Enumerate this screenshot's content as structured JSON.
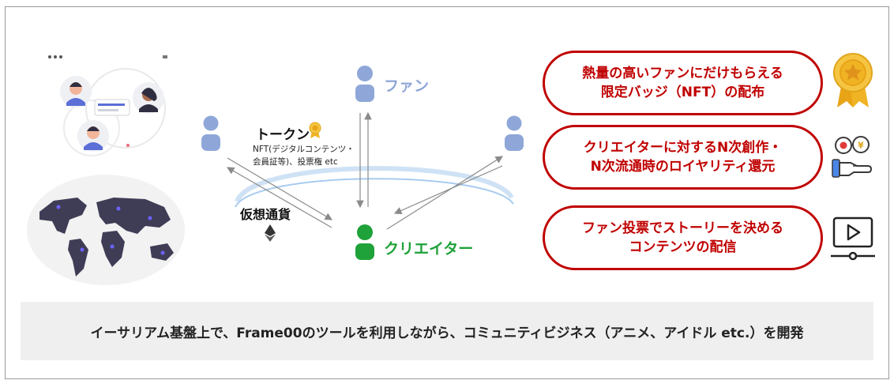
{
  "diagram": {
    "fan_label": "ファン",
    "creator_label": "クリエイター",
    "token_title": "トークン",
    "token_sub_1": "NFT(デジタルコンテンツ・",
    "token_sub_2": "会員証等)、投票権 etc",
    "virtual_currency_label": "仮想通貨"
  },
  "features": [
    {
      "line1": "熱量の高いファンにだけもらえる",
      "line2": "限定バッジ（NFT）の配布",
      "icon": "medal-icon"
    },
    {
      "line1": "クリエイターに対するN次創作・",
      "line2": "N次流通時のロイヤリティ還元",
      "icon": "coins-hand-icon"
    },
    {
      "line1": "ファン投票でストーリーを決める",
      "line2": "コンテンツの配信",
      "icon": "video-player-icon"
    }
  ],
  "banner_text": "イーサリアム基盤上で、Frame00のツールを利用しながら、コミュニティビジネス（アニメ、アイドル etc.）を開発",
  "colors": {
    "accent_red": "#c00000",
    "fan_blue": "#8fa7d8",
    "creator_green": "#1fa23a",
    "banner_bg": "#efefef"
  }
}
